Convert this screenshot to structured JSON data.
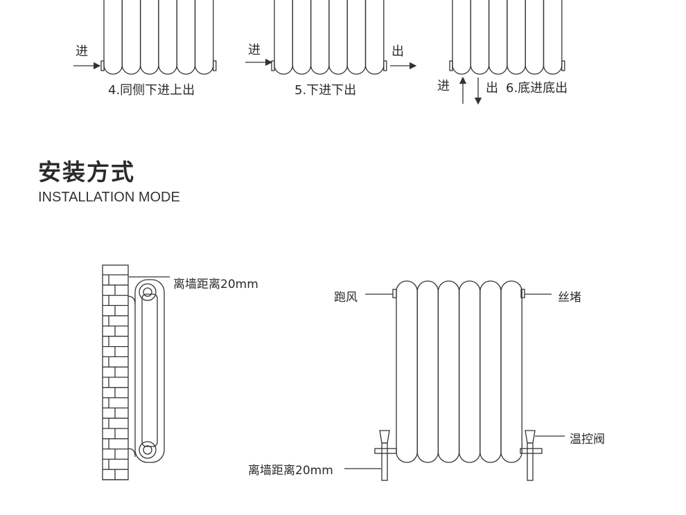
{
  "connection_modes": [
    {
      "inlet_label": "进",
      "caption": "4.同侧下进上出"
    },
    {
      "inlet_label": "进",
      "outlet_label": "出",
      "caption": "5.下进下出"
    },
    {
      "inlet_label": "进",
      "outlet_label": "出",
      "caption": "6.底进底出"
    }
  ],
  "section": {
    "title": "安装方式",
    "subtitle": "INSTALLATION MODE"
  },
  "side_view": {
    "distance_label": "离墙距离20mm"
  },
  "front_view": {
    "air_vent_label": "跑风",
    "plug_label": "丝堵",
    "valve_label": "温控阀",
    "distance_label": "离墙距离20mm"
  },
  "colors": {
    "line": "#333333",
    "background": "#ffffff"
  }
}
